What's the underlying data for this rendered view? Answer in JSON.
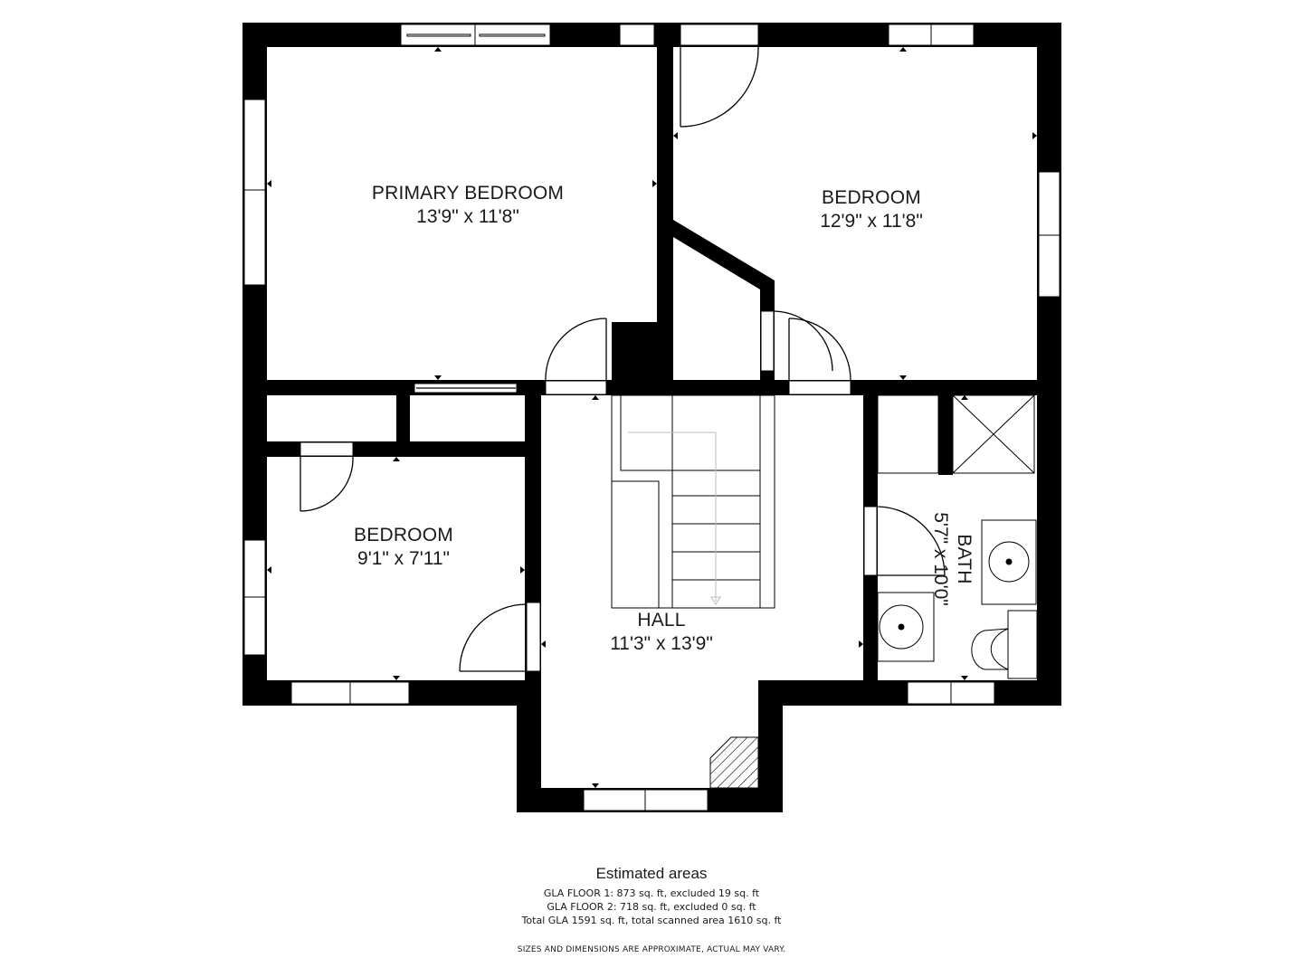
{
  "floor_plan": {
    "rooms": [
      {
        "name": "PRIMARY BEDROOM",
        "dimensions": "13'9\" x 11'8\""
      },
      {
        "name": "BEDROOM",
        "dimensions": "12'9\" x 11'8\""
      },
      {
        "name": "BEDROOM",
        "dimensions": "9'1\" x 7'11\""
      },
      {
        "name": "HALL",
        "dimensions": "11'3\" x 13'9\""
      },
      {
        "name": "BATH",
        "dimensions": "5'7\" x 10'0\""
      }
    ],
    "wall_color": "#000000",
    "window_color": "#ffffff"
  },
  "areas": {
    "title": "Estimated areas",
    "lines": [
      "GLA FLOOR 1: 873 sq. ft, excluded 19 sq. ft",
      "GLA FLOOR 2: 718 sq. ft, excluded 0 sq. ft",
      "Total GLA 1591 sq. ft, total scanned area 1610 sq. ft"
    ]
  },
  "disclaimer": "SIZES AND DIMENSIONS ARE APPROXIMATE, ACTUAL MAY VARY."
}
